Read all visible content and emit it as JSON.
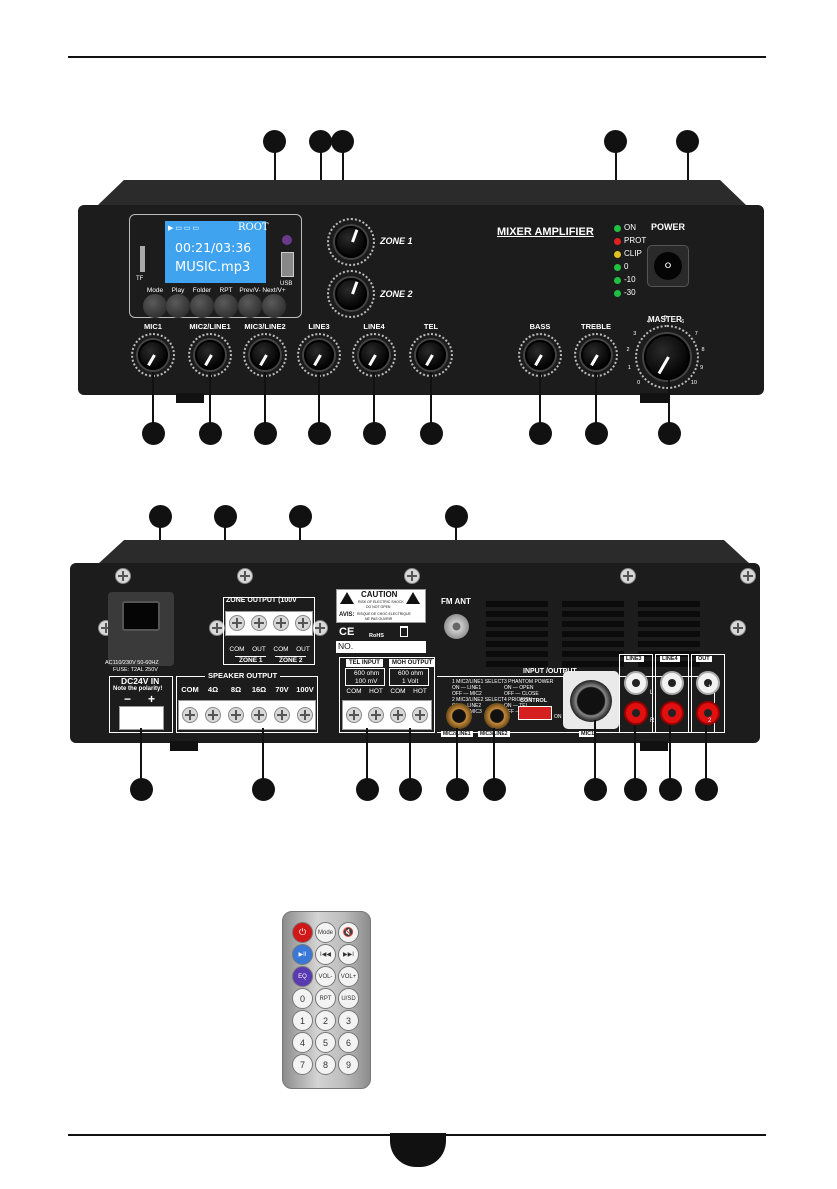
{
  "front": {
    "usb_label": "USB",
    "tf_label": "TF",
    "display": {
      "status_word": "ROOT",
      "time": "00:21/03:36",
      "track": "MUSIC.mp3"
    },
    "player_buttons": [
      "Mode",
      "Play",
      "Folder",
      "RPT",
      "Prev/V-",
      "Next/V+"
    ],
    "zone1": "ZONE 1",
    "zone2": "ZONE 2",
    "title": "MIXER AMPLIFIER",
    "indicators": [
      "ON",
      "PROT",
      "CLIP",
      "0",
      "-10",
      "-30"
    ],
    "indicator_colors": [
      "#20c040",
      "#e02020",
      "#e0c020",
      "#20c040",
      "#20c040",
      "#20c040"
    ],
    "power": "POWER",
    "knobs": [
      "MIC1",
      "MIC2/LINE1",
      "MIC3/LINE2",
      "LINE3",
      "LINE4",
      "TEL",
      "BASS",
      "TREBLE",
      "MASTER"
    ],
    "master_scale": [
      "0",
      "1",
      "2",
      "3",
      "4",
      "5",
      "6",
      "7",
      "8",
      "9",
      "10"
    ]
  },
  "rear": {
    "ac_rating": "AC110/230V 50-60HZ",
    "fuse": "FUSE: T2AL 250V",
    "dc_in": "DC24V IN",
    "polarity": "Note the polarity!",
    "dc_minus": "−",
    "dc_plus": "+",
    "zone_output": "ZONE OUTPUT (100V",
    "zone_terms": [
      "COM",
      "OUT",
      "COM",
      "OUT"
    ],
    "zone_names": [
      "ZONE 1",
      "ZONE 2"
    ],
    "caution": "CAUTION",
    "caution_sub1": "RISK OF ELECTRIC SHOCK",
    "caution_sub2": "DO NOT OPEN",
    "avis": "AVIS:",
    "avis_sub1": "RISQUE DE CHOC ELECTRIQUE",
    "avis_sub2": "NE PAS OUVRIR",
    "rohs": "RoHS",
    "ce": "CE",
    "no_label": "NO.",
    "fm_ant": "FM ANT",
    "speaker_output": "SPEAKER OUTPUT",
    "speaker_terms": [
      "COM",
      "4Ω",
      "8Ω",
      "16Ω",
      "70V",
      "100V"
    ],
    "tel_input": "TEL INPUT",
    "tel_spec": [
      "600 ohm",
      "100 mV"
    ],
    "moh_output": "MOH OUTPUT",
    "moh_spec": [
      "600 ohm",
      "1 Volt"
    ],
    "io_terms": [
      "COM",
      "HOT",
      "COM",
      "HOT"
    ],
    "input_output": "INPUT /OUTPUT",
    "sw_notes": [
      "1 MIC2/LINE1 SELECT",
      "ON — LINE1",
      "OFF — MIC2",
      "2 MIC3/LINE2 SELECT",
      "ON — LINE2",
      "OFF — MIC3",
      "3 PHANTOM POWER",
      "ON — OPEN",
      "OFF — CLOSE",
      "4 PRIORITY",
      "ON — TEL",
      "OFF — MIC1"
    ],
    "control": "CONTROL",
    "control_on": "ON",
    "jacks": [
      "MIC2/LINE1",
      "MIC3/LINE2"
    ],
    "mic1": "MIC1",
    "rca_groups": [
      "LINE3",
      "LINE4",
      "OUT"
    ],
    "rca_side": [
      "L",
      "R"
    ],
    "out_nums": [
      "1",
      "2"
    ]
  },
  "remote": {
    "buttons": [
      "⏻",
      "Mode",
      "🔇",
      "▶II",
      "I◀◀",
      "▶▶I",
      "EQ",
      "VOL-",
      "VOL+",
      "0",
      "RPT",
      "U/SD",
      "1",
      "2",
      "3",
      "4",
      "5",
      "6",
      "7",
      "8",
      "9"
    ]
  }
}
